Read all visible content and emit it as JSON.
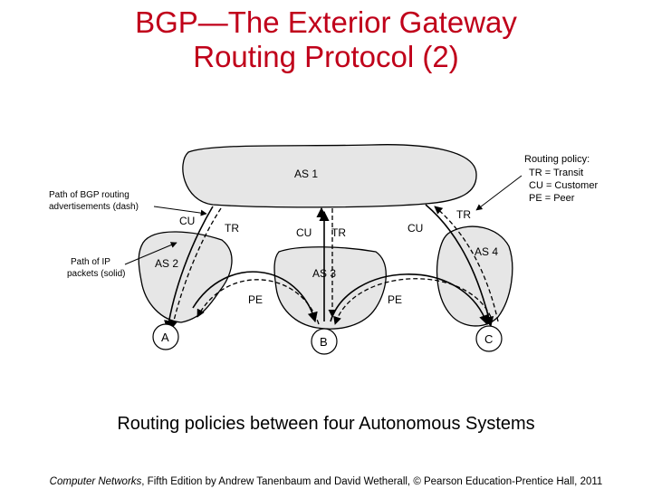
{
  "slide": {
    "title_line1": "BGP—The Exterior Gateway",
    "title_line2": "Routing Protocol (2)",
    "caption": "Routing policies between four Autonomous Systems",
    "credit_book": "Computer Networks",
    "credit_rest": ", Fifth Edition by Andrew Tanenbaum and David Wetherall, © Pearson Education-Prentice Hall, 2011"
  },
  "figure": {
    "as1": "AS 1",
    "as2": "AS 2",
    "as3": "AS 3",
    "as4": "AS 4",
    "host_a": "A",
    "host_b": "B",
    "host_c": "C",
    "edge_labels": {
      "cu_as2": "CU",
      "tr_as2": "TR",
      "cu_as3": "CU",
      "tr_as3": "TR",
      "cu_as4": "CU",
      "tr_as4": "TR",
      "pe_left": "PE",
      "pe_right": "PE"
    },
    "legend_bgp_line1": "Path of BGP routing",
    "legend_bgp_line2": "advertisements (dash)",
    "legend_ip_line1": "Path of IP",
    "legend_ip_line2": "packets (solid)",
    "policy": {
      "heading": "Routing policy:",
      "tr": "TR = Transit",
      "cu": "CU = Customer",
      "pe": "PE = Peer"
    }
  }
}
